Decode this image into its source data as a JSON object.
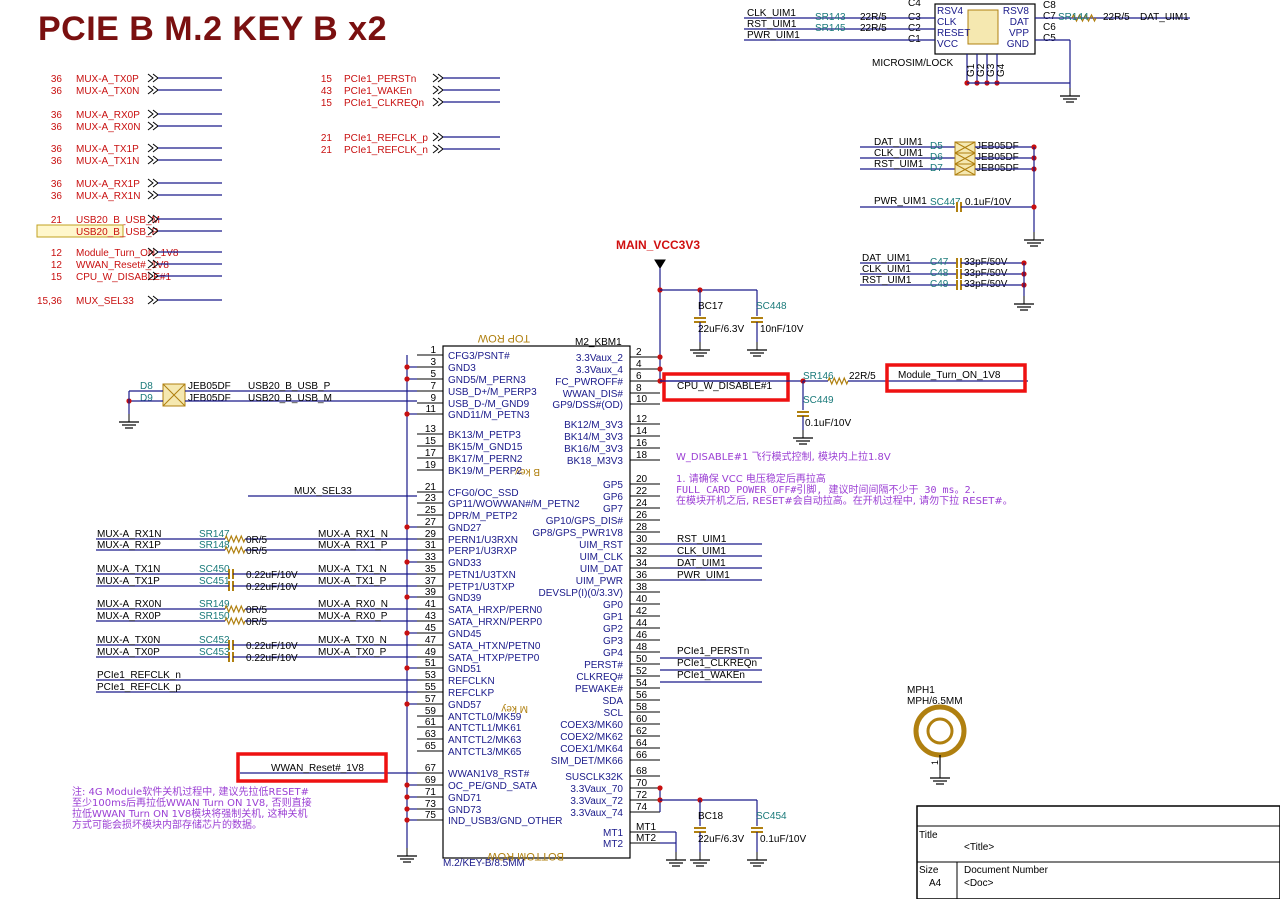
{
  "page_title": "PCIE B M.2 KEY B x2",
  "colors": {
    "wire": "#1a1a8a",
    "net": "#000000",
    "ref": "#1a7a7a",
    "red": "#c81010",
    "power": "#d01010",
    "junction": "#c81010",
    "note": "#9b3fd4",
    "part": "#1a1a8a",
    "pinname": "#1a1a8a",
    "box": "#e11",
    "comp": "#b08010"
  },
  "offsheet": [
    {
      "page": "36",
      "net": "MUX-A_TX0P"
    },
    {
      "page": "36",
      "net": "MUX-A_TX0N"
    },
    {
      "page": "36",
      "net": "MUX-A_RX0P"
    },
    {
      "page": "36",
      "net": "MUX-A_RX0N"
    },
    {
      "page": "36",
      "net": "MUX-A_TX1P"
    },
    {
      "page": "36",
      "net": "MUX-A_TX1N"
    },
    {
      "page": "36",
      "net": "MUX-A_RX1P"
    },
    {
      "page": "36",
      "net": "MUX-A_RX1N"
    },
    {
      "page": "21",
      "net": "USB20_B_USB_M"
    },
    {
      "page": "21",
      "net": "USB20_B_USB_P"
    },
    {
      "page": "12",
      "net": "Module_Turn_ON_1V8"
    },
    {
      "page": "12",
      "net": "WWAN_Reset#_1V8"
    },
    {
      "page": "15",
      "net": "CPU_W_DISABLE#1"
    },
    {
      "page": "15,36",
      "net": "MUX_SEL33"
    }
  ],
  "offsheet_pcie": [
    {
      "page": "15",
      "net": "PCIe1_PERSTn"
    },
    {
      "page": "43",
      "net": "PCIe1_WAKEn"
    },
    {
      "page": "15",
      "net": "PCIe1_CLKREQn"
    },
    {
      "page": "21",
      "net": "PCIe1_REFCLK_p"
    },
    {
      "page": "21",
      "net": "PCIe1_REFCLK_n"
    }
  ],
  "connector": {
    "ref": "M2_KBM1",
    "footprint": "M.2/KEY-B/8.5MM",
    "top_label": "TOP ROW",
    "bottom_label": "BOTTOM ROW",
    "b_key": "B key",
    "m_key": "M key",
    "left_pins": [
      {
        "num": "1",
        "name": "CFG3/PSNT#"
      },
      {
        "num": "3",
        "name": "GND3"
      },
      {
        "num": "5",
        "name": "GND5/M_PERN3"
      },
      {
        "num": "7",
        "name": "USB_D+/M_PERP3"
      },
      {
        "num": "9",
        "name": "USB_D-/M_GND9"
      },
      {
        "num": "11",
        "name": "GND11/M_PETN3"
      },
      {
        "num": "13",
        "name": "BK13/M_PETP3"
      },
      {
        "num": "15",
        "name": "BK15/M_GND15"
      },
      {
        "num": "17",
        "name": "BK17/M_PERN2"
      },
      {
        "num": "19",
        "name": "BK19/M_PERP2"
      },
      {
        "num": "21",
        "name": "CFG0/OC_SSD"
      },
      {
        "num": "23",
        "name": "GP11/WOWWAN#/M_PETN2"
      },
      {
        "num": "25",
        "name": "DPR/M_PETP2"
      },
      {
        "num": "27",
        "name": "GND27"
      },
      {
        "num": "29",
        "name": "PERN1/U3RXN"
      },
      {
        "num": "31",
        "name": "PERP1/U3RXP"
      },
      {
        "num": "33",
        "name": "GND33"
      },
      {
        "num": "35",
        "name": "PETN1/U3TXN"
      },
      {
        "num": "37",
        "name": "PETP1/U3TXP"
      },
      {
        "num": "39",
        "name": "GND39"
      },
      {
        "num": "41",
        "name": "SATA_HRXP/PERN0"
      },
      {
        "num": "43",
        "name": "SATA_HRXN/PERP0"
      },
      {
        "num": "45",
        "name": "GND45"
      },
      {
        "num": "47",
        "name": "SATA_HTXN/PETN0"
      },
      {
        "num": "49",
        "name": "SATA_HTXP/PETP0"
      },
      {
        "num": "51",
        "name": "GND51"
      },
      {
        "num": "53",
        "name": "REFCLKN"
      },
      {
        "num": "55",
        "name": "REFCLKP"
      },
      {
        "num": "57",
        "name": "GND57"
      },
      {
        "num": "59",
        "name": "ANTCTL0/MK59"
      },
      {
        "num": "61",
        "name": "ANTCTL1/MK61"
      },
      {
        "num": "63",
        "name": "ANTCTL2/MK63"
      },
      {
        "num": "65",
        "name": "ANTCTL3/MK65"
      },
      {
        "num": "67",
        "name": "WWAN1V8_RST#"
      },
      {
        "num": "69",
        "name": "OC_PE/GND_SATA"
      },
      {
        "num": "71",
        "name": "GND71"
      },
      {
        "num": "73",
        "name": "GND73"
      },
      {
        "num": "75",
        "name": "IND_USB3/GND_OTHER"
      }
    ],
    "right_pins": [
      {
        "num": "2",
        "name": "3.3Vaux_2"
      },
      {
        "num": "4",
        "name": "3.3Vaux_4"
      },
      {
        "num": "6",
        "name": "FC_PWROFF#"
      },
      {
        "num": "8",
        "name": "WWAN_DIS#"
      },
      {
        "num": "10",
        "name": "GP9/DSS#(OD)"
      },
      {
        "num": "12",
        "name": "BK12/M_3V3"
      },
      {
        "num": "14",
        "name": "BK14/M_3V3"
      },
      {
        "num": "16",
        "name": "BK16/M_3V3"
      },
      {
        "num": "18",
        "name": "BK18_M3V3"
      },
      {
        "num": "20",
        "name": "GP5"
      },
      {
        "num": "22",
        "name": "GP6"
      },
      {
        "num": "24",
        "name": "GP7"
      },
      {
        "num": "26",
        "name": "GP10/GPS_DIS#"
      },
      {
        "num": "28",
        "name": "GP8/GPS_PWR1V8"
      },
      {
        "num": "30",
        "name": "UIM_RST"
      },
      {
        "num": "32",
        "name": "UIM_CLK"
      },
      {
        "num": "34",
        "name": "UIM_DAT"
      },
      {
        "num": "36",
        "name": "UIM_PWR"
      },
      {
        "num": "38",
        "name": "DEVSLP(I)(0/3.3V)"
      },
      {
        "num": "40",
        "name": "GP0"
      },
      {
        "num": "42",
        "name": "GP1"
      },
      {
        "num": "44",
        "name": "GP2"
      },
      {
        "num": "46",
        "name": "GP3"
      },
      {
        "num": "48",
        "name": "GP4"
      },
      {
        "num": "50",
        "name": "PERST#"
      },
      {
        "num": "52",
        "name": "CLKREQ#"
      },
      {
        "num": "54",
        "name": "PEWAKE#"
      },
      {
        "num": "56",
        "name": "SDA"
      },
      {
        "num": "58",
        "name": "SCL"
      },
      {
        "num": "60",
        "name": "COEX3/MK60"
      },
      {
        "num": "62",
        "name": "COEX2/MK62"
      },
      {
        "num": "64",
        "name": "COEX1/MK64"
      },
      {
        "num": "66",
        "name": "SIM_DET/MK66"
      },
      {
        "num": "68",
        "name": "SUSCLK32K"
      },
      {
        "num": "70",
        "name": "3.3Vaux_70"
      },
      {
        "num": "72",
        "name": "3.3Vaux_72"
      },
      {
        "num": "74",
        "name": "3.3Vaux_74"
      },
      {
        "num": "MT1",
        "name": "MT1"
      },
      {
        "num": "MT2",
        "name": "MT2"
      }
    ]
  },
  "left_side_nets": [
    {
      "net": "MUX-A_RX1N",
      "ref": "SR147",
      "val": "0R/5",
      "pin_net": "MUX-A_RX1_N"
    },
    {
      "net": "MUX-A_RX1P",
      "ref": "SR148",
      "val": "0R/5",
      "pin_net": "MUX-A_RX1_P"
    },
    {
      "net": "MUX-A_TX1N",
      "ref": "SC450",
      "val": "0.22uF/10V",
      "pin_net": "MUX-A_TX1_N"
    },
    {
      "net": "MUX-A_TX1P",
      "ref": "SC451",
      "val": "0.22uF/10V",
      "pin_net": "MUX-A_TX1_P"
    },
    {
      "net": "MUX-A_RX0N",
      "ref": "SR149",
      "val": "0R/5",
      "pin_net": "MUX-A_RX0_N"
    },
    {
      "net": "MUX-A_RX0P",
      "ref": "SR150",
      "val": "0R/5",
      "pin_net": "MUX-A_RX0_P"
    },
    {
      "net": "MUX-A_TX0N",
      "ref": "SC452",
      "val": "0.22uF/10V",
      "pin_net": "MUX-A_TX0_N"
    },
    {
      "net": "MUX-A_TX0P",
      "ref": "SC453",
      "val": "0.22uF/10V",
      "pin_net": "MUX-A_TX0_P"
    }
  ],
  "refclk_nets": [
    "PCIe1_REFCLK_n",
    "PCIe1_REFCLK_p"
  ],
  "mux_sel": "MUX_SEL33",
  "usb_esd": {
    "d8": "D8",
    "d9": "D9",
    "part": "JEB05DF",
    "usb_p": "USB20_B_USB_P",
    "usb_m": "USB20_B_USB_M"
  },
  "wwan_reset": "WWAN_Reset#_1V8",
  "cpu_w_disable": "CPU_W_DISABLE#1",
  "module_turn_on": "Module_Turn_ON_1V8",
  "sr146": {
    "ref": "SR146",
    "val": "22R/5"
  },
  "sc449": {
    "ref": "SC449",
    "val": "0.1uF/10V"
  },
  "power_rail": "MAIN_VCC3V3",
  "bc17": {
    "ref": "BC17",
    "val": "22uF/6.3V"
  },
  "sc448": {
    "ref": "SC448",
    "val": "10nF/10V"
  },
  "bc18": {
    "ref": "BC18",
    "val": "22uF/6.3V"
  },
  "sc454": {
    "ref": "SC454",
    "val": "0.1uF/10V"
  },
  "right_nets": {
    "rst": "RST_UIM1",
    "clk": "CLK_UIM1",
    "dat": "DAT_UIM1",
    "pwr": "PWR_UIM1",
    "perst": "PCIe1_PERSTn",
    "clkreq": "PCIe1_CLKREQn",
    "wake": "PCIe1_WAKEn"
  },
  "sim": {
    "left_nets": [
      "CLK_UIM1",
      "RST_UIM1",
      "PWR_UIM1"
    ],
    "left_refs": [
      "SR143",
      "SR145"
    ],
    "left_vals": [
      "22R/5",
      "22R/5"
    ],
    "left_pins": [
      "C3",
      "C2",
      "C1"
    ],
    "left_pin_names": [
      "RSV4",
      "CLK",
      "RESET",
      "VCC"
    ],
    "c4": "C4",
    "right_pin_names": [
      "RSV8",
      "DAT",
      "VPP",
      "GND"
    ],
    "right_pins": [
      "C8",
      "C7",
      "C6",
      "C5"
    ],
    "g_names": [
      "G1",
      "G2",
      "G3",
      "G4"
    ],
    "part": "MICROSIM/LOCK",
    "sr144": {
      "ref": "SR144",
      "val": "22R/5"
    },
    "dat_net": "DAT_UIM1"
  },
  "esd_sim": [
    {
      "net": "DAT_UIM1",
      "ref": "D5",
      "part": "JEB05DF"
    },
    {
      "net": "CLK_UIM1",
      "ref": "D6",
      "part": "JEB05DF"
    },
    {
      "net": "RST_UIM1",
      "ref": "D7",
      "part": "JEB05DF"
    }
  ],
  "sc447": {
    "net": "PWR_UIM1",
    "ref": "SC447",
    "val": "0.1uF/10V"
  },
  "sim_caps": [
    {
      "net": "DAT_UIM1",
      "ref": "C47",
      "val": "33pF/50V"
    },
    {
      "net": "CLK_UIM1",
      "ref": "C48",
      "val": "33pF/50V"
    },
    {
      "net": "RST_UIM1",
      "ref": "C49",
      "val": "33pF/50V"
    }
  ],
  "mph": {
    "ref": "MPH1",
    "val": "MPH/6.5MM",
    "pin": "1"
  },
  "notes": {
    "wdisable": "W_DISABLE#1 飞行模式控制, 模块内上拉1.8V",
    "vcc1": "1. 请确保 VCC 电压稳定后再拉高",
    "vcc2": "FULL_CARD_POWER_OFF#引脚, 建议时间间隔不少于 30 ms。2.",
    "vcc3": "在模块开机之后, RESET#会自动拉高。在开机过程中, 请勿下拉 RESET#。",
    "bottom": [
      "注: 4G Module软件关机过程中, 建议先拉低RESET#",
      "至少100ms后再拉低WWAN Turn ON 1V8, 否则直接",
      "拉低WWAN Turn ON 1V8模块将强制关机, 这种关机",
      "方式可能会损坏模块内部存储芯片的数据。"
    ]
  },
  "title_block": {
    "title_label": "Title",
    "title_value": "<Title>",
    "size_label": "Size",
    "size_value": "A4",
    "docnum_label": "Document Number",
    "docnum_value": "<Doc>"
  }
}
